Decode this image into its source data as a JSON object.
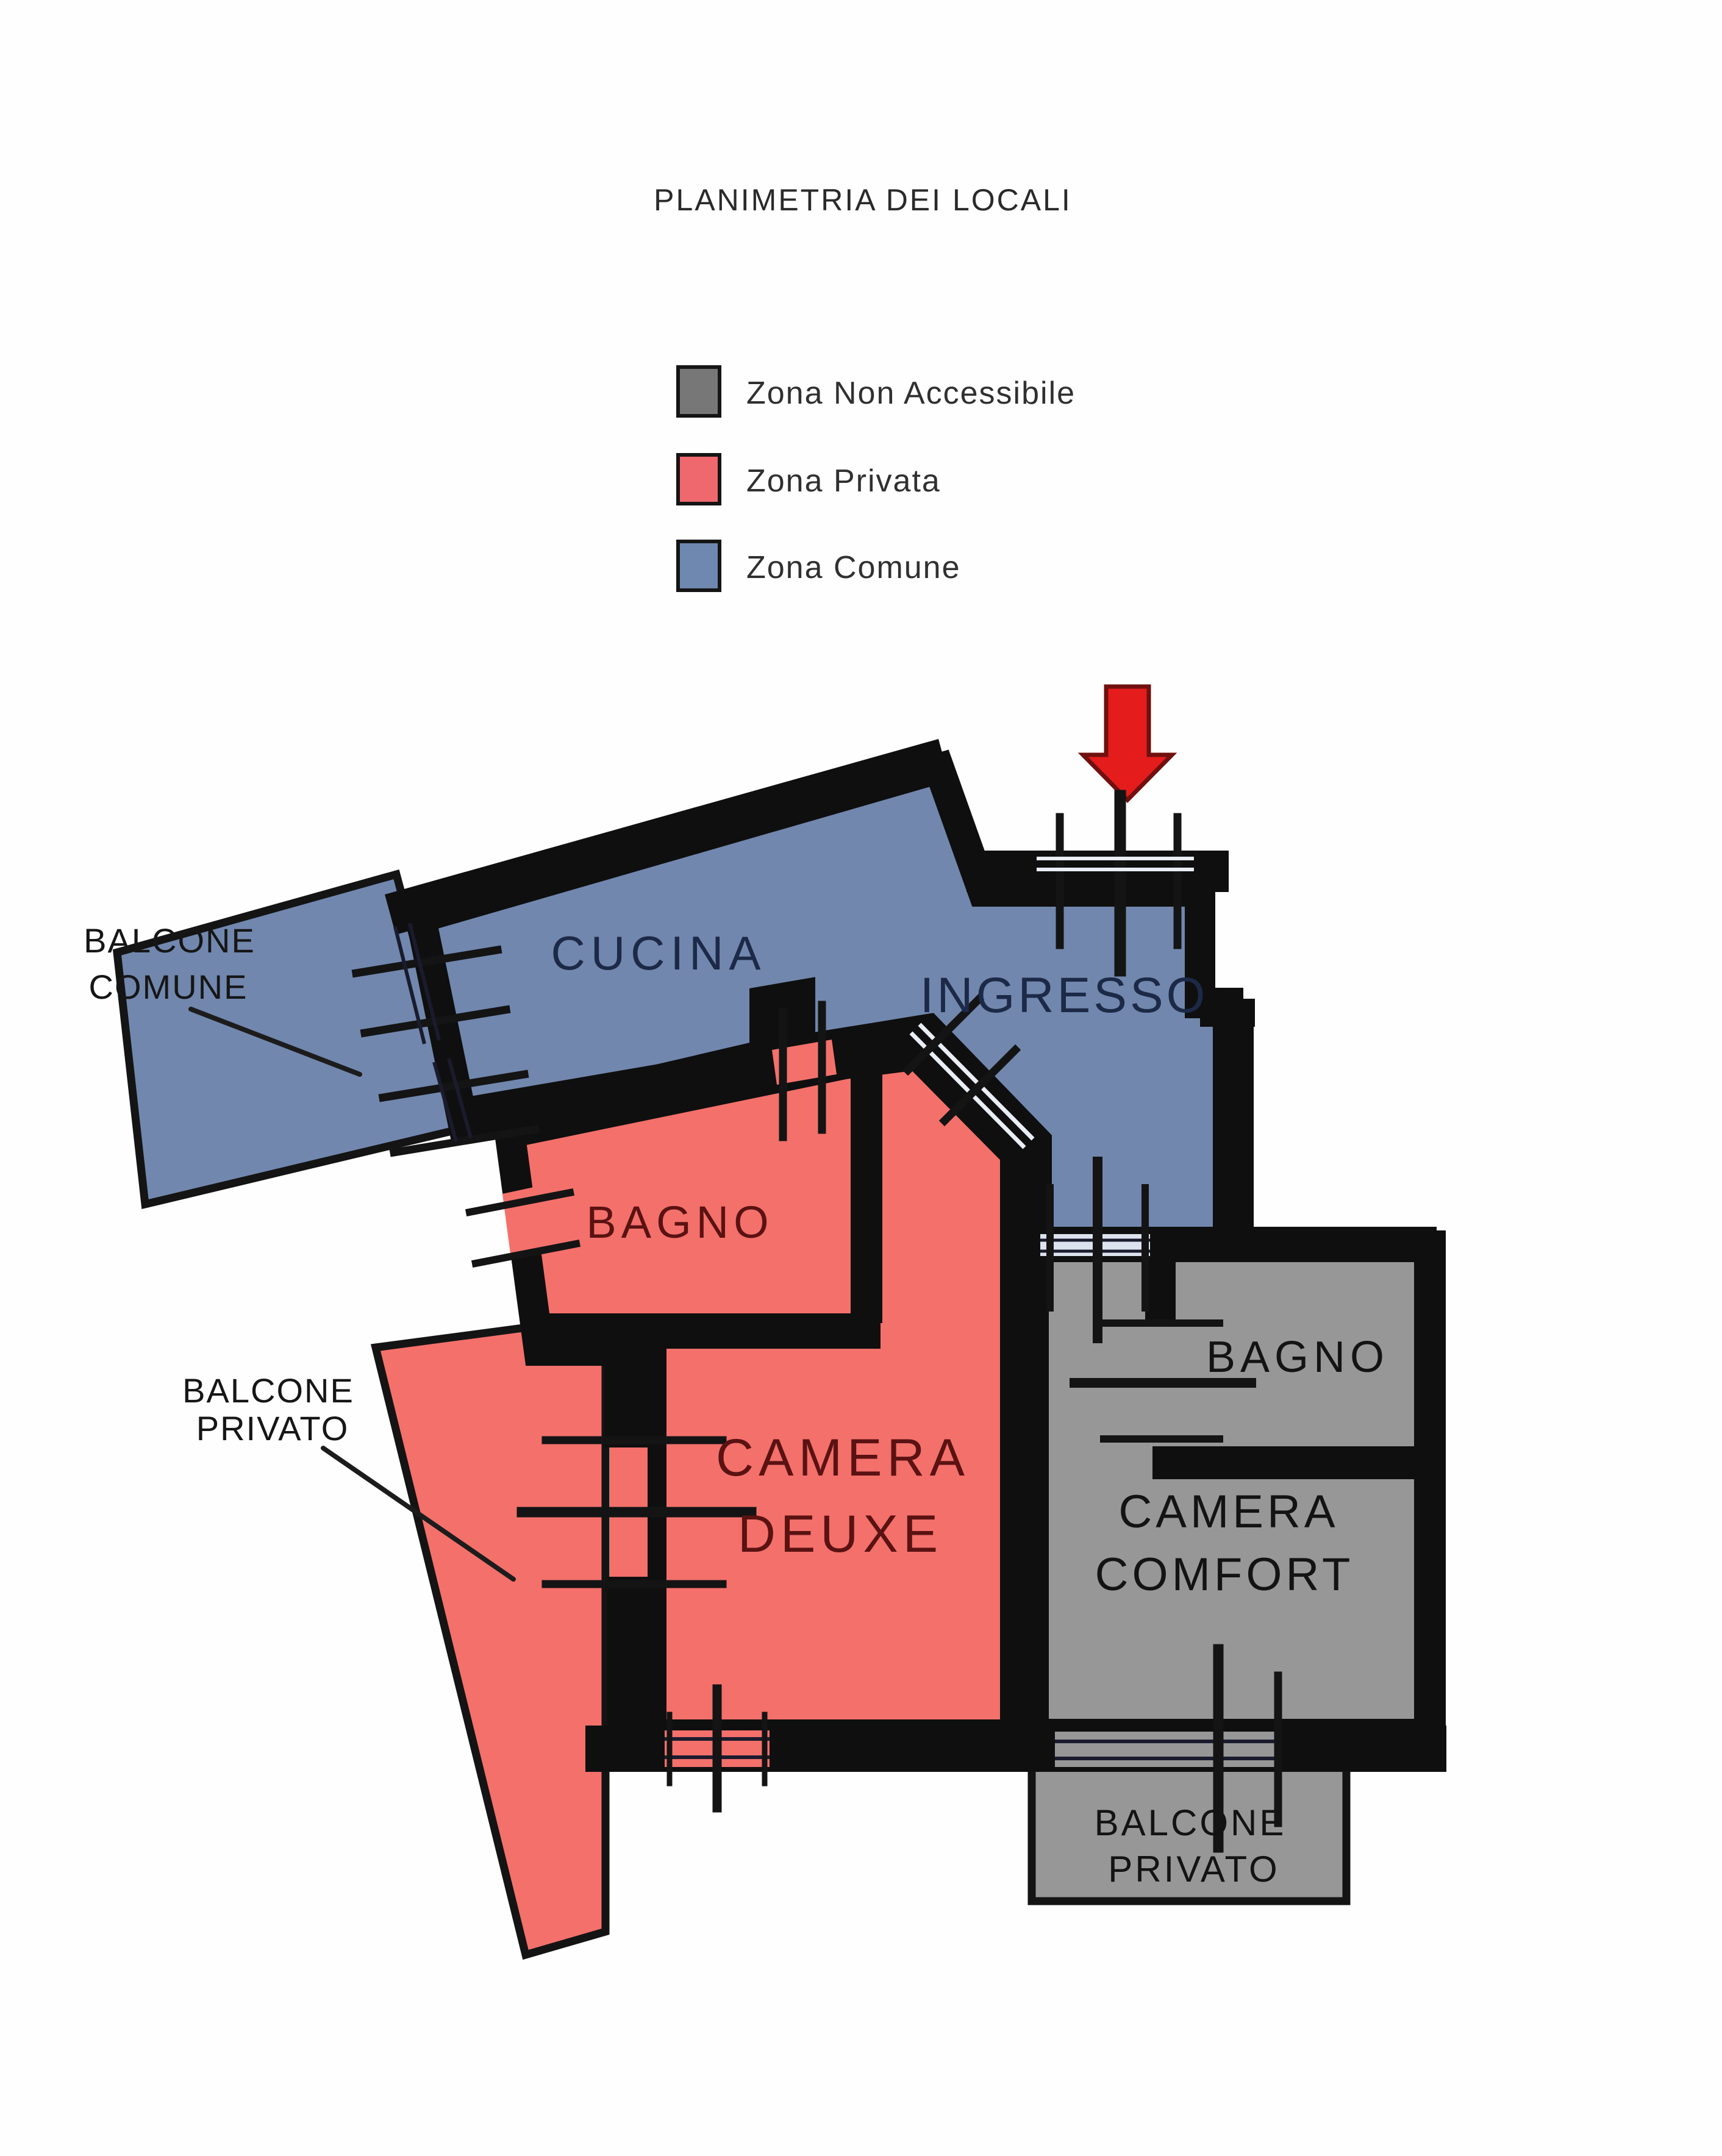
{
  "title": "PLANIMETRIA DEI LOCALI",
  "legend": {
    "items": [
      {
        "label": "Zona Non Accessibile",
        "color": "#777777"
      },
      {
        "label": "Zona Privata",
        "color": "#ef686e"
      },
      {
        "label": "Zona Comune",
        "color": "#6f88b0"
      }
    ]
  },
  "zones": {
    "comune": {
      "color": "#7187ae"
    },
    "privata": {
      "color": "#f4706b"
    },
    "non_accessibile": {
      "color": "#979797"
    }
  },
  "rooms": {
    "cucina": {
      "label": "CUCINA"
    },
    "ingresso": {
      "label": "INGRESSO"
    },
    "bagno_privato": {
      "label": "BAGNO"
    },
    "camera_deuxe": {
      "line1": "CAMERA",
      "line2": "DEUXE"
    },
    "bagno_comfort": {
      "label": "BAGNO"
    },
    "camera_comfort": {
      "line1": "CAMERA",
      "line2": "COMFORT"
    },
    "balcone_comfort": {
      "line1": "BALCONE",
      "line2": "PRIVATO"
    }
  },
  "annotations": {
    "balcone_comune": {
      "line1": "BALCONE",
      "line2": "COMUNE"
    },
    "balcone_privato": {
      "line1": "BALCONE",
      "line2": "PRIVATO"
    }
  },
  "arrow": {
    "color": "#e41c1c"
  }
}
